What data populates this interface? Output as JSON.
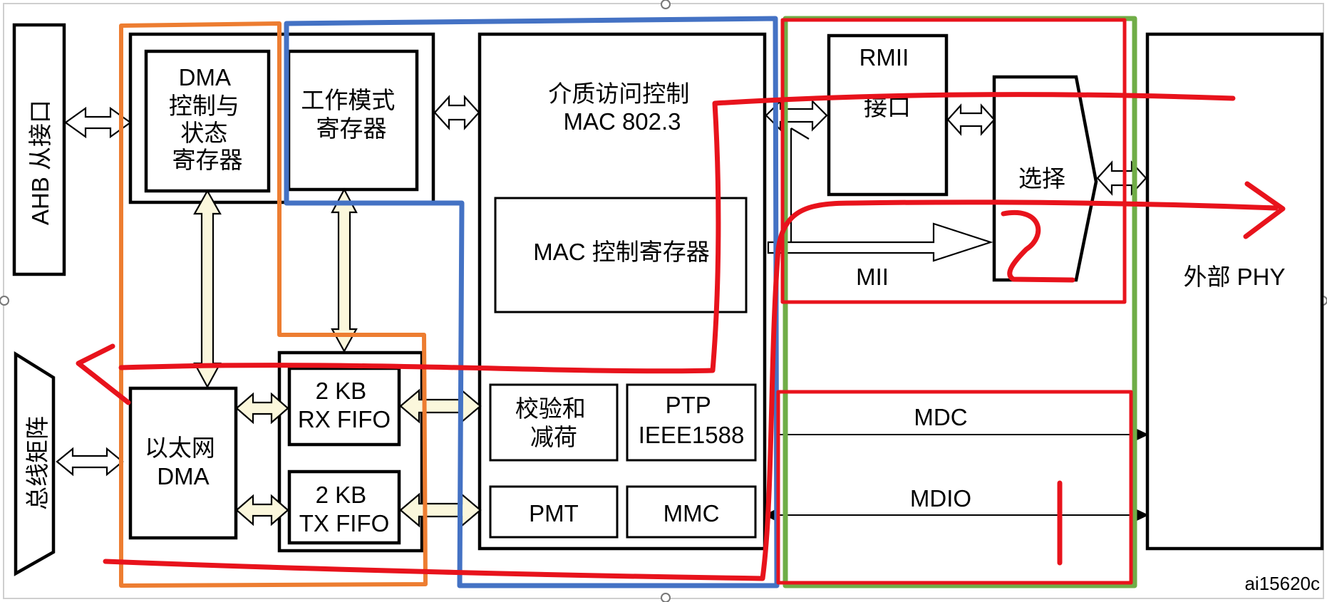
{
  "labels": {
    "ahb": "AHB 从接口",
    "bus_matrix": "总线矩阵",
    "dma_ctrl": [
      "DMA",
      "控制与",
      "状态",
      "寄存器"
    ],
    "mode_reg": [
      "工作模式",
      "寄存器"
    ],
    "mac": [
      "介质访问控制",
      "MAC 802.3"
    ],
    "mac_ctrl_reg": "MAC 控制寄存器",
    "eth_dma": [
      "以太网",
      "DMA"
    ],
    "rx_fifo": [
      "2 KB",
      "RX FIFO"
    ],
    "tx_fifo": [
      "2 KB",
      "TX FIFO"
    ],
    "checksum": [
      "校验和",
      "减荷"
    ],
    "ptp": [
      "PTP",
      "IEEE1588"
    ],
    "pmt": "PMT",
    "mmc": "MMC",
    "rmii": [
      "RMII",
      "接口"
    ],
    "select": "选择",
    "mii": "MII",
    "ext_phy": "外部 PHY",
    "mdc": "MDC",
    "mdio": "MDIO",
    "figure_id": "ai15620c"
  },
  "colors": {
    "orange": "#ed7d31",
    "blue": "#4472c4",
    "green": "#70ad47",
    "red": "#e8131c",
    "cream": "#fbf7dc"
  }
}
